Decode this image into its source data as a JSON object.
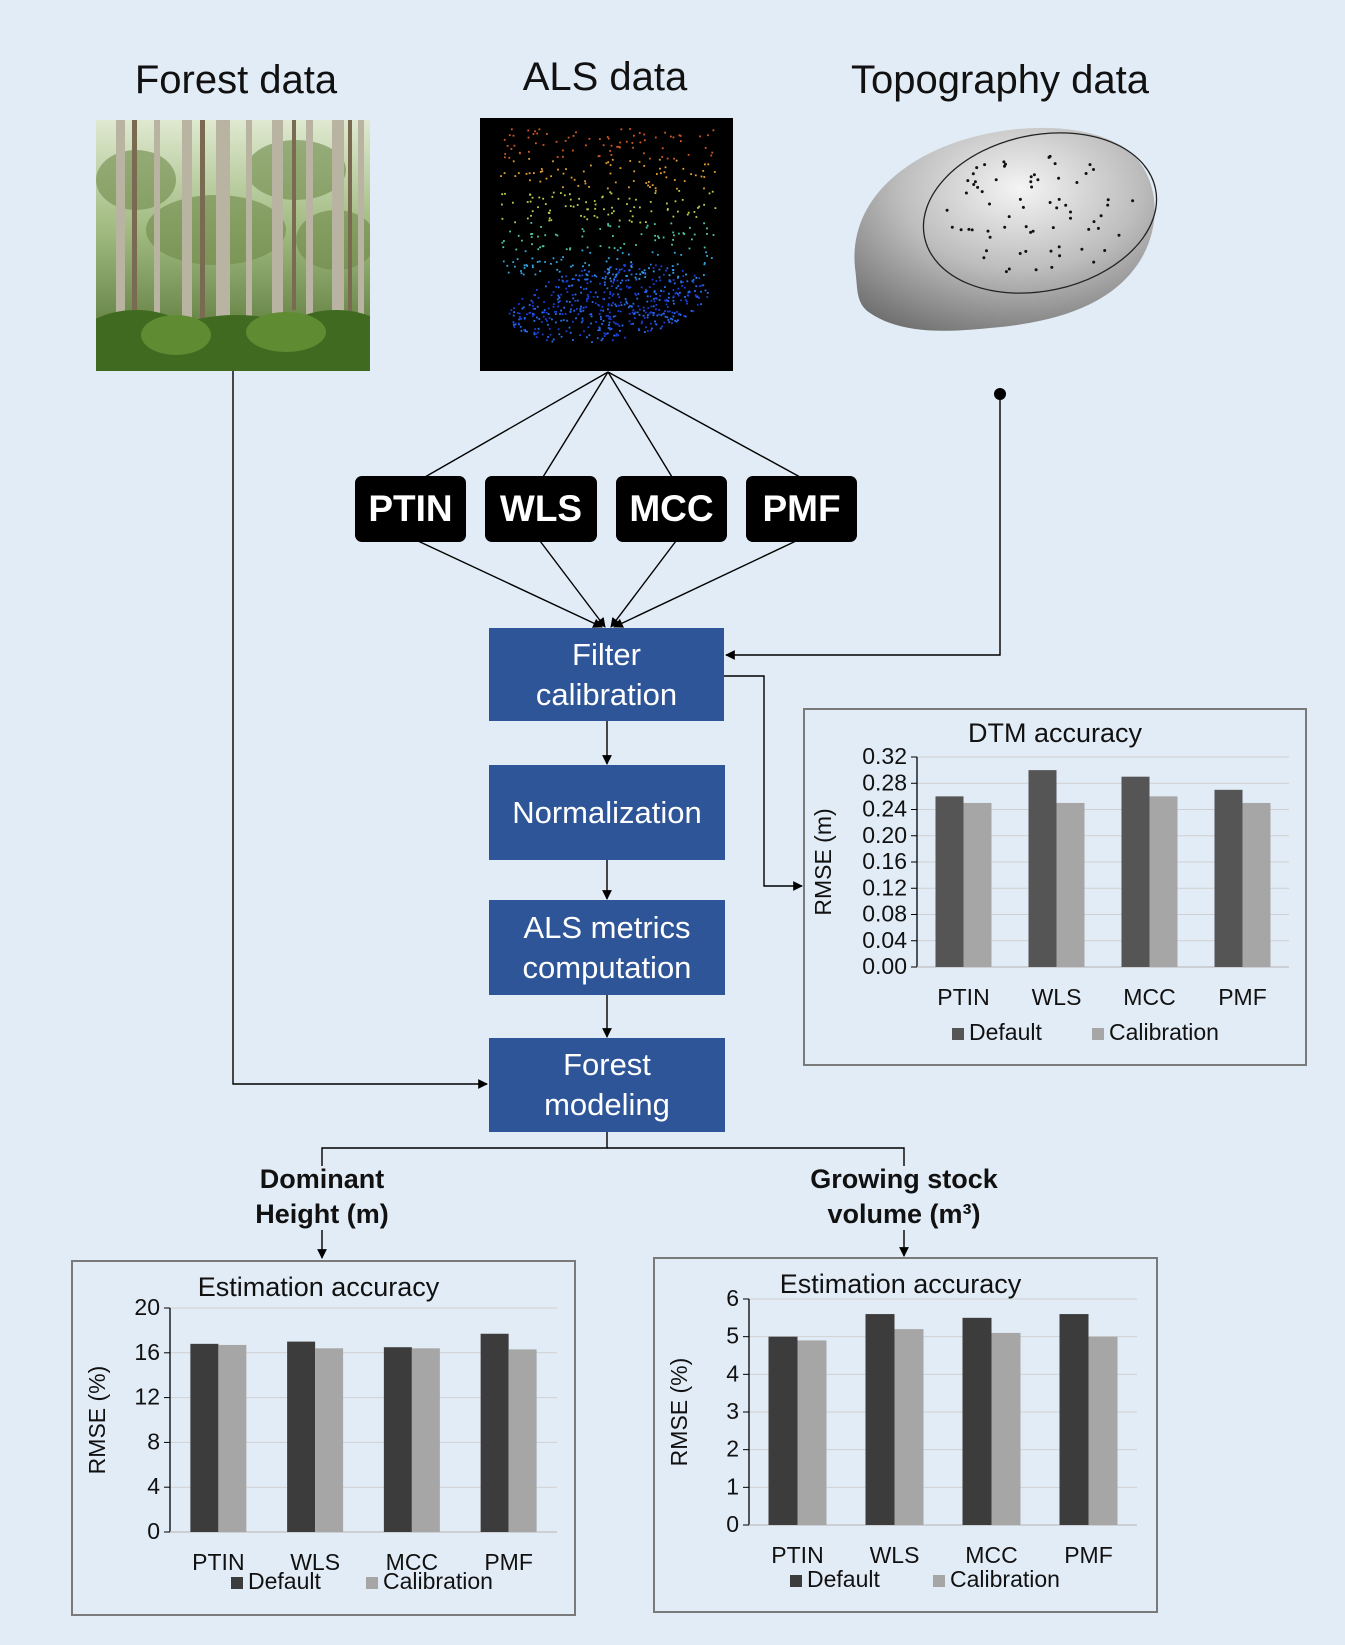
{
  "sources": {
    "forest": {
      "title": "Forest data"
    },
    "als": {
      "title": "ALS data"
    },
    "topo": {
      "title": "Topography data"
    }
  },
  "algorithms": [
    "PTIN",
    "WLS",
    "MCC",
    "PMF"
  ],
  "process": {
    "filter": [
      "Filter",
      "calibration"
    ],
    "normalization": [
      "Normalization"
    ],
    "metrics": [
      "ALS metrics",
      "computation"
    ],
    "modeling": [
      "Forest",
      "modeling"
    ]
  },
  "branches": {
    "left": [
      "Dominant",
      "Height (m)"
    ],
    "right": [
      "Growing stock",
      "volume (m³)"
    ]
  },
  "colors": {
    "background": "#e2ecf6",
    "process_box": "#2e5597",
    "default_bar": "#555555",
    "calibration_bar": "#a6a6a6",
    "default_bar_dark": "#3c3c3c"
  },
  "chart_data": [
    {
      "id": "dtm",
      "type": "bar",
      "title": "DTM accuracy",
      "ylabel": "RMSE (m)",
      "xlabel": "",
      "categories": [
        "PTIN",
        "WLS",
        "MCC",
        "PMF"
      ],
      "series": [
        {
          "name": "Default",
          "values": [
            0.26,
            0.3,
            0.29,
            0.27
          ]
        },
        {
          "name": "Calibration",
          "values": [
            0.25,
            0.25,
            0.26,
            0.25
          ]
        }
      ],
      "ylim": [
        0,
        0.32
      ],
      "yticks": [
        "0.00",
        "0.04",
        "0.08",
        "0.12",
        "0.16",
        "0.20",
        "0.24",
        "0.28",
        "0.32"
      ],
      "grid": true,
      "legend": "bottom"
    },
    {
      "id": "height",
      "type": "bar",
      "title": "Estimation accuracy",
      "ylabel": "RMSE (%)",
      "xlabel": "",
      "categories": [
        "PTIN",
        "WLS",
        "MCC",
        "PMF"
      ],
      "series": [
        {
          "name": "Default",
          "values": [
            16.8,
            17.0,
            16.5,
            17.7
          ]
        },
        {
          "name": "Calibration",
          "values": [
            16.7,
            16.4,
            16.4,
            16.3
          ]
        }
      ],
      "ylim": [
        0,
        20
      ],
      "yticks": [
        "0",
        "4",
        "8",
        "12",
        "16",
        "20"
      ],
      "grid": true,
      "legend": "bottom"
    },
    {
      "id": "volume",
      "type": "bar",
      "title": "Estimation accuracy",
      "ylabel": "RMSE (%)",
      "xlabel": "",
      "categories": [
        "PTIN",
        "WLS",
        "MCC",
        "PMF"
      ],
      "series": [
        {
          "name": "Default",
          "values": [
            5.0,
            5.6,
            5.5,
            5.6
          ]
        },
        {
          "name": "Calibration",
          "values": [
            4.9,
            5.2,
            5.1,
            5.0
          ]
        }
      ],
      "ylim": [
        0,
        6
      ],
      "yticks": [
        "0",
        "1",
        "2",
        "3",
        "4",
        "5",
        "6"
      ],
      "grid": true,
      "legend": "bottom"
    }
  ]
}
